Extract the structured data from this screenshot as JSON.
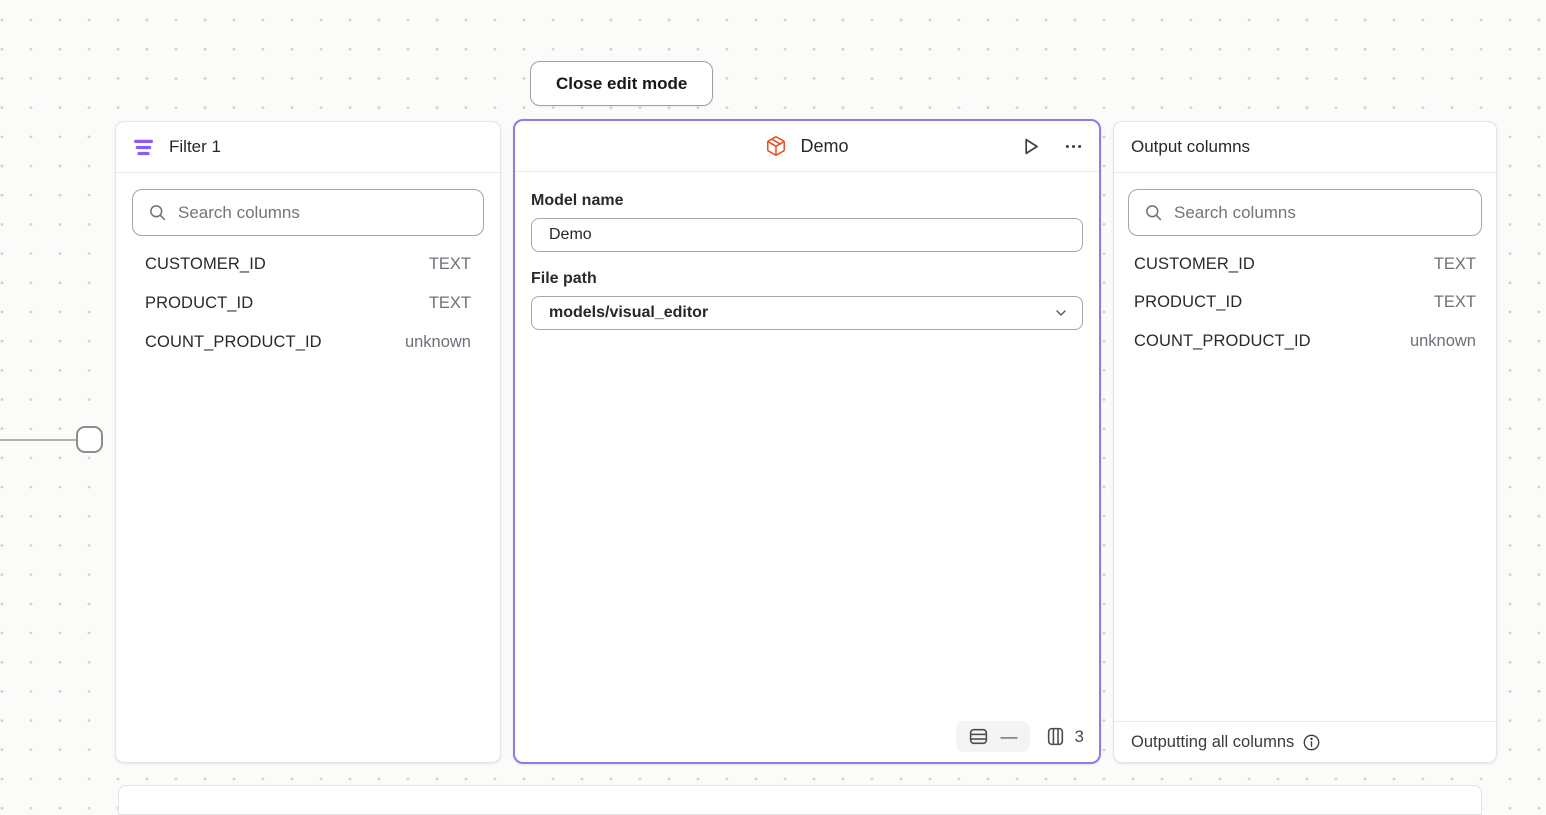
{
  "toolbar": {
    "close_edit_mode_label": "Close edit mode"
  },
  "filter_panel": {
    "title": "Filter 1",
    "search_placeholder": "Search columns",
    "columns": [
      {
        "name": "CUSTOMER_ID",
        "type": "TEXT"
      },
      {
        "name": "PRODUCT_ID",
        "type": "TEXT"
      },
      {
        "name": "COUNT_PRODUCT_ID",
        "type": "unknown"
      }
    ]
  },
  "model_panel": {
    "title": "Demo",
    "model_name_label": "Model name",
    "model_name_value": "Demo",
    "file_path_label": "File path",
    "file_path_value": "models/visual_editor",
    "row_count": "—",
    "column_count": "3"
  },
  "output_panel": {
    "title": "Output columns",
    "search_placeholder": "Search columns",
    "columns": [
      {
        "name": "CUSTOMER_ID",
        "type": "TEXT"
      },
      {
        "name": "PRODUCT_ID",
        "type": "TEXT"
      },
      {
        "name": "COUNT_PRODUCT_ID",
        "type": "unknown"
      }
    ],
    "footer_text": "Outputting all columns"
  },
  "colors": {
    "selected_node_border": "#8b7bef",
    "filter_icon": "#8b5cf6",
    "model_icon": "#e8502a"
  }
}
